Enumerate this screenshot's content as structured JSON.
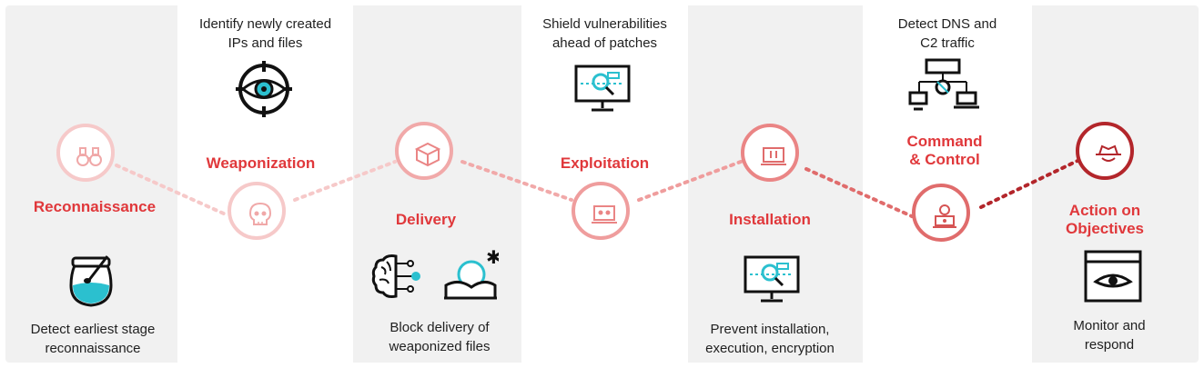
{
  "stages": [
    {
      "id": "reconnaissance",
      "label": "Reconnaissance",
      "caption": "Detect earliest stage\nreconnaissance",
      "icon": "binoculars-icon",
      "color": "#f6c9c9",
      "label_color": "#e0383b"
    },
    {
      "id": "weaponization",
      "label": "Weaponization",
      "caption": "Identify newly created\nIPs and files",
      "icon": "skull-icon",
      "color": "#f6c9c9",
      "label_color": "#e0383b"
    },
    {
      "id": "delivery",
      "label": "Delivery",
      "caption": "Block delivery of\nweaponized files",
      "icon": "box-icon",
      "color": "#f1a9a9",
      "label_color": "#e0383b"
    },
    {
      "id": "exploitation",
      "label": "Exploitation",
      "caption": "Shield vulnerabilities\nahead of patches",
      "icon": "laptop-skull-icon",
      "color": "#ef9d9d",
      "label_color": "#e0383b"
    },
    {
      "id": "installation",
      "label": "Installation",
      "caption": "Prevent installation,\nexecution, encryption",
      "icon": "laptop-icon",
      "color": "#ea8585",
      "label_color": "#e0383b"
    },
    {
      "id": "command-control",
      "label": "Command\n& Control",
      "caption": "Detect DNS and\nC2 traffic",
      "icon": "hacker-laptop-icon",
      "color": "#e06c6c",
      "label_color": "#e0383b"
    },
    {
      "id": "action-on-objectives",
      "label": "Action on\nObjectives",
      "caption": "Monitor and\nrespond",
      "icon": "spy-icon",
      "color": "#b3262b",
      "label_color": "#e0383b"
    }
  ],
  "colors": {
    "teal": "#2bc0cf",
    "dark": "#111111",
    "panel_gray": "#f1f1f1"
  },
  "illustrations": {
    "reconnaissance": "honeypot-icon",
    "weaponization": "eye-target-icon",
    "delivery": [
      "brain-circuit-icon",
      "sandbox-icon"
    ],
    "exploitation": "monitor-magnifier-icon",
    "installation": "monitor-magnifier-icon",
    "command-control": "network-diagram-icon",
    "action-on-objectives": "window-eye-icon"
  }
}
